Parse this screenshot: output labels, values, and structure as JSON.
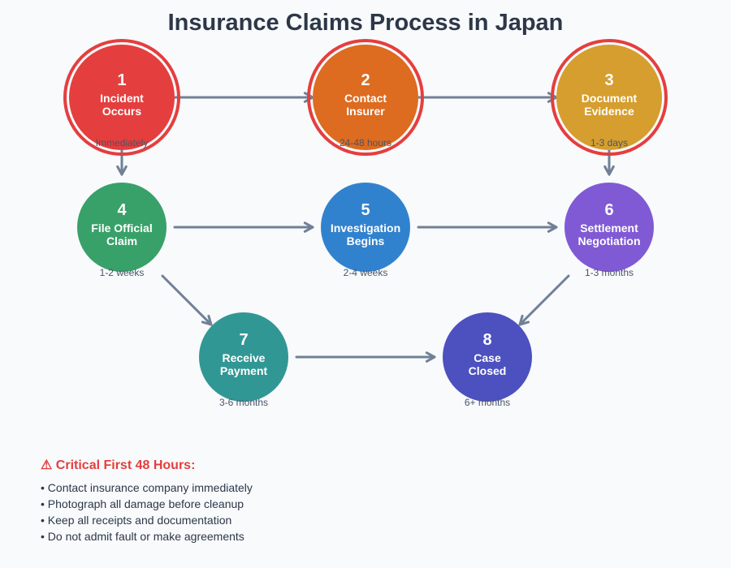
{
  "title": "Insurance Claims Process in Japan",
  "colors": {
    "arrow": "#718096",
    "highlight_ring": "#e53e3e",
    "duration_text": "#4a5568",
    "background": "#f8fafc"
  },
  "steps": [
    {
      "number": "1",
      "label_lines": [
        "Incident",
        "Occurs"
      ],
      "duration": "Immediately",
      "color": "#e53e3e",
      "critical": true
    },
    {
      "number": "2",
      "label_lines": [
        "Contact",
        "Insurer"
      ],
      "duration": "24-48 hours",
      "color": "#dd6b20",
      "critical": true
    },
    {
      "number": "3",
      "label_lines": [
        "Document",
        "Evidence"
      ],
      "duration": "1-3 days",
      "color": "#d69e2e",
      "critical": true
    },
    {
      "number": "4",
      "label_lines": [
        "File Official",
        "Claim"
      ],
      "duration": "1-2 weeks",
      "color": "#38a169",
      "critical": false
    },
    {
      "number": "5",
      "label_lines": [
        "Investigation",
        "Begins"
      ],
      "duration": "2-4 weeks",
      "color": "#3182ce",
      "critical": false
    },
    {
      "number": "6",
      "label_lines": [
        "Settlement",
        "Negotiation"
      ],
      "duration": "1-3 months",
      "color": "#805ad5",
      "critical": false
    },
    {
      "number": "7",
      "label_lines": [
        "Receive",
        "Payment"
      ],
      "duration": "3-6 months",
      "color": "#319795",
      "critical": false
    },
    {
      "number": "8",
      "label_lines": [
        "Case",
        "Closed"
      ],
      "duration": "6+ months",
      "color": "#4c51bf",
      "critical": false
    }
  ],
  "connections": [
    {
      "from": "1",
      "to": "2"
    },
    {
      "from": "2",
      "to": "3"
    },
    {
      "from": "1",
      "to": "4"
    },
    {
      "from": "3",
      "to": "6"
    },
    {
      "from": "4",
      "to": "5"
    },
    {
      "from": "5",
      "to": "6"
    },
    {
      "from": "4",
      "to": "7"
    },
    {
      "from": "6",
      "to": "8"
    },
    {
      "from": "7",
      "to": "8"
    }
  ],
  "critical_note": {
    "icon": "warning-icon",
    "title": "⚠ Critical First 48 Hours:",
    "items": [
      "• Contact insurance company immediately",
      "• Photograph all damage before cleanup",
      "• Keep all receipts and documentation",
      "• Do not admit fault or make agreements"
    ]
  }
}
